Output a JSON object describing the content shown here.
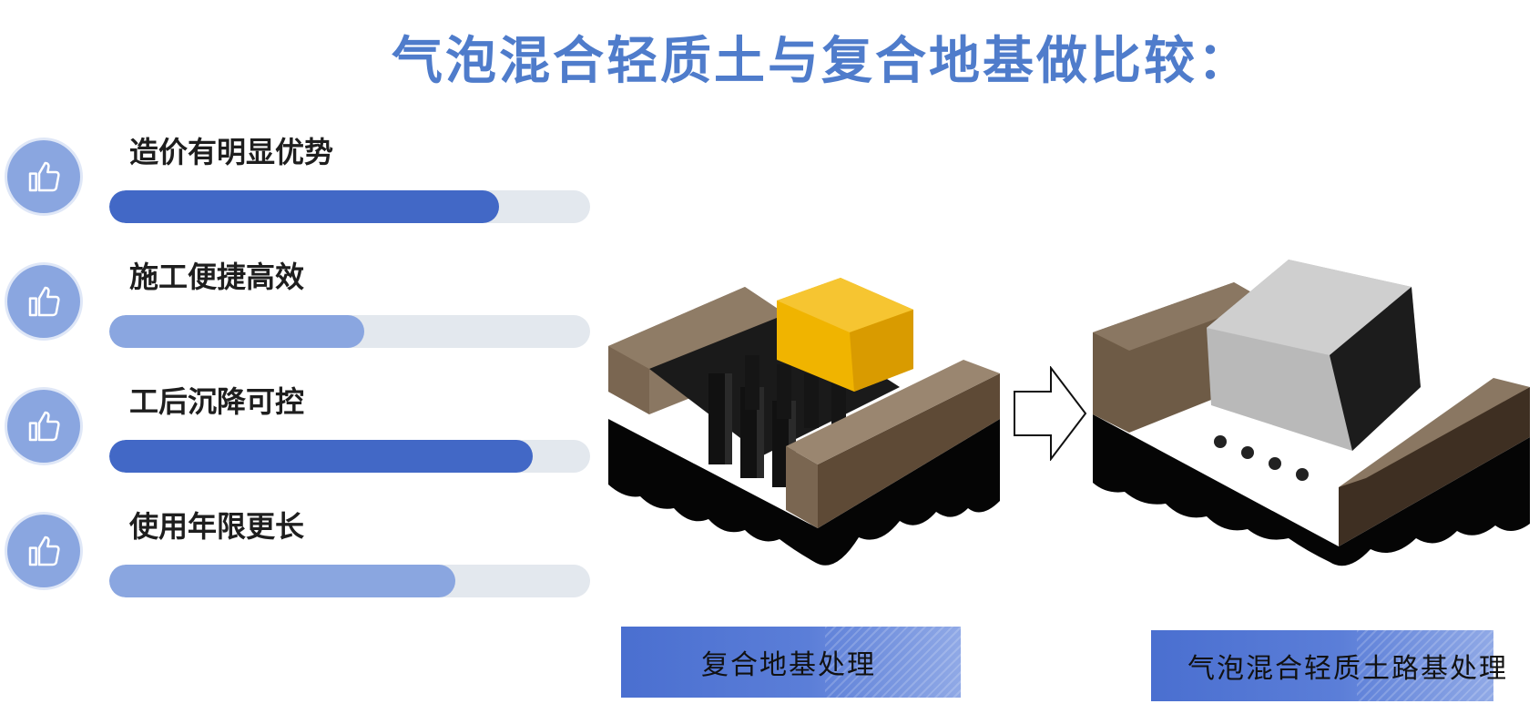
{
  "title": "气泡混合轻质土与复合地基做比较：",
  "advantages": [
    {
      "label": "造价有明显优势",
      "level": 0.81,
      "color": "#4268c6"
    },
    {
      "label": "施工便捷高效",
      "level": 0.53,
      "color": "#8aa6e0"
    },
    {
      "label": "工后沉降可控",
      "level": 0.88,
      "color": "#4268c6"
    },
    {
      "label": "使用年限更长",
      "level": 0.72,
      "color": "#8aa6e0"
    }
  ],
  "icons": {
    "advantage": "thumbs-up-icon",
    "transition": "arrow-right-icon"
  },
  "captions": {
    "left": "复合地基处理",
    "right": "气泡混合轻质土路基处理"
  },
  "colors": {
    "title": "#4f7ccb",
    "bar_strong": "#4268c6",
    "bar_light": "#8aa6e0",
    "track": "#e3e8ee",
    "fill_yellow": "#f0b400",
    "fill_grey": "#b9b9b9",
    "soil": "#8a7762"
  }
}
